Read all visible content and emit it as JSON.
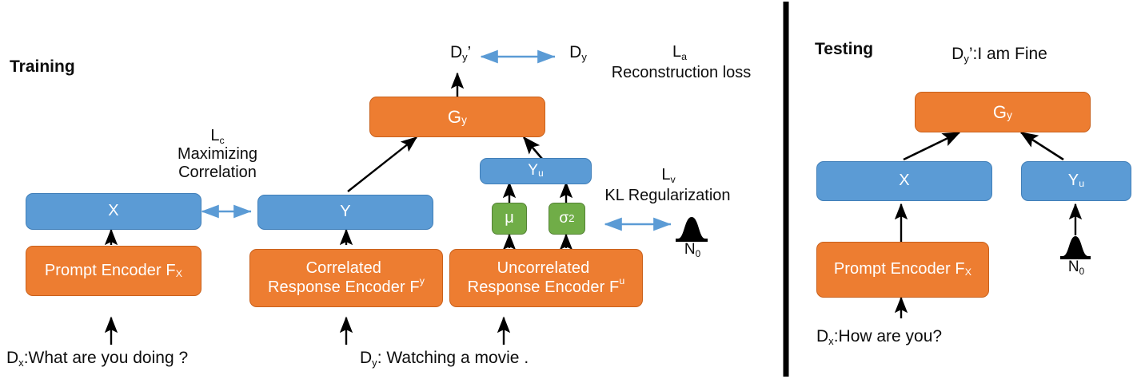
{
  "figure": {
    "type": "diagram",
    "title_left": "Training",
    "title_right": "Testing",
    "colors": {
      "blue": "#5b9bd5",
      "orange": "#ed7d31",
      "green": "#70ad47",
      "arrow_black": "#000000",
      "arrow_blue": "#5b9bd5",
      "text_dark": "#0d0d0d",
      "node_text": "#ffffff",
      "divider": "#000000",
      "background": "#ffffff"
    }
  },
  "training": {
    "panel_label": "Training",
    "nodes": {
      "x_latent": "X",
      "y_latent": "Y",
      "yu_latent": "Yu",
      "mu": "μ",
      "sigma2": "σ²",
      "prompt_encoder": "Prompt Encoder FX",
      "correlated_encoder": "Correlated\nResponse Encoder Fy",
      "uncorrelated_encoder": "Uncorrelated\nResponse Encoder Fu",
      "generator": "Gy"
    },
    "labels": {
      "dy_prime": "Dy ’",
      "dy": "Dy",
      "loss_a_symbol": "La",
      "loss_a_text": "Reconstruction loss",
      "loss_c_symbol": "Lc",
      "loss_c_text": "Maximizing\nCorrelation",
      "loss_v_symbol": "Lv",
      "loss_v_text": "KL Regularization",
      "noise": "N0",
      "input_dx": "Dx:What are you doing ?",
      "input_dy": "Dy: Watching a movie ."
    }
  },
  "testing": {
    "panel_label": "Testing",
    "nodes": {
      "x_latent": "X",
      "yu_latent": "Yu",
      "prompt_encoder": "Prompt Encoder FX",
      "generator": "Gy"
    },
    "labels": {
      "output": "Dy’:I am Fine",
      "noise": "N0",
      "input_dx": "Dx:How are you?"
    }
  }
}
